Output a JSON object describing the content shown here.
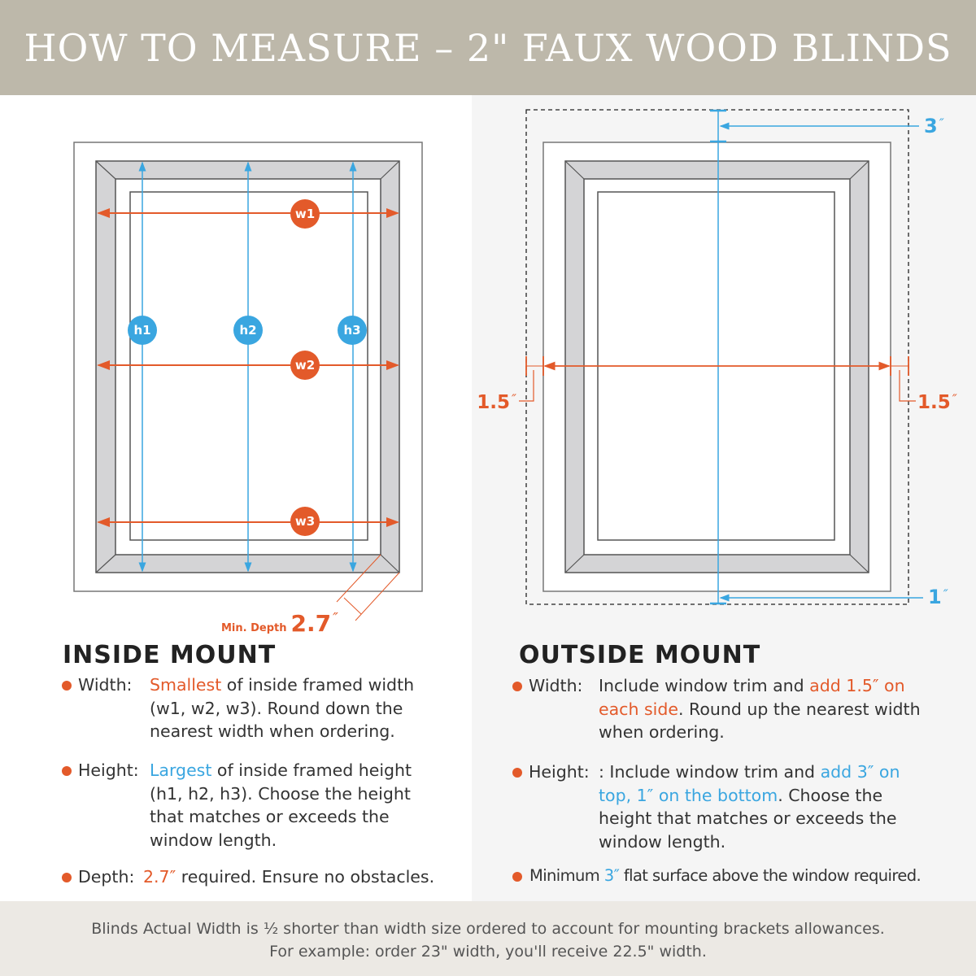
{
  "header": {
    "title": "HOW TO MEASURE – 2\" FAUX WOOD BLINDS"
  },
  "colors": {
    "orange": "#e35a2a",
    "blue": "#3aa6e0",
    "header": "#bdb8aa"
  },
  "inside_diagram": {
    "w1": "w1",
    "w2": "w2",
    "w3": "w3",
    "h1": "h1",
    "h2": "h2",
    "h3": "h3",
    "depth_label": "Min. Depth",
    "depth_value": "2.7",
    "inch": "″"
  },
  "outside_diagram": {
    "top": "3",
    "bottom": "1",
    "left": "1.5",
    "right": "1.5",
    "inch": "″"
  },
  "inside": {
    "heading": "INSIDE MOUNT",
    "width": {
      "label": "Width:",
      "hl": "Smallest",
      "l1": " of inside framed width",
      "l2": "(w1, w2, w3). Round down the",
      "l3": "nearest width when ordering."
    },
    "height": {
      "label": "Height:",
      "hl": "Largest",
      "l1": " of inside framed height",
      "l2": "(h1, h2, h3). Choose the height",
      "l3": "that matches or exceeds the",
      "l4": "window length."
    },
    "depth": {
      "label": "Depth:",
      "hl": "2.7″",
      "rest": " required. Ensure no obstacles."
    }
  },
  "outside": {
    "heading": "OUTSIDE MOUNT",
    "width": {
      "label": "Width:",
      "a": "Include window trim and ",
      "hl1": "add 1.5″ on",
      "hl2": "each side",
      "b": ". Round up the nearest width",
      "l3": "when ordering."
    },
    "height": {
      "label": "Height:",
      "a": ": Include window trim and ",
      "hl1": "add 3″ on",
      "hl2": "top, 1″ on the bottom",
      "b": ". Choose the",
      "l3": "height that matches or exceeds the",
      "l4": "window length."
    },
    "minimum": {
      "a": "Minimum ",
      "hl": "3″",
      "b": " flat surface above the window required."
    }
  },
  "footer": {
    "line1": "Blinds Actual Width is ½ shorter than width size ordered to account for mounting brackets allowances.",
    "line2": "For example: order 23\" width, you'll receive 22.5\" width."
  }
}
